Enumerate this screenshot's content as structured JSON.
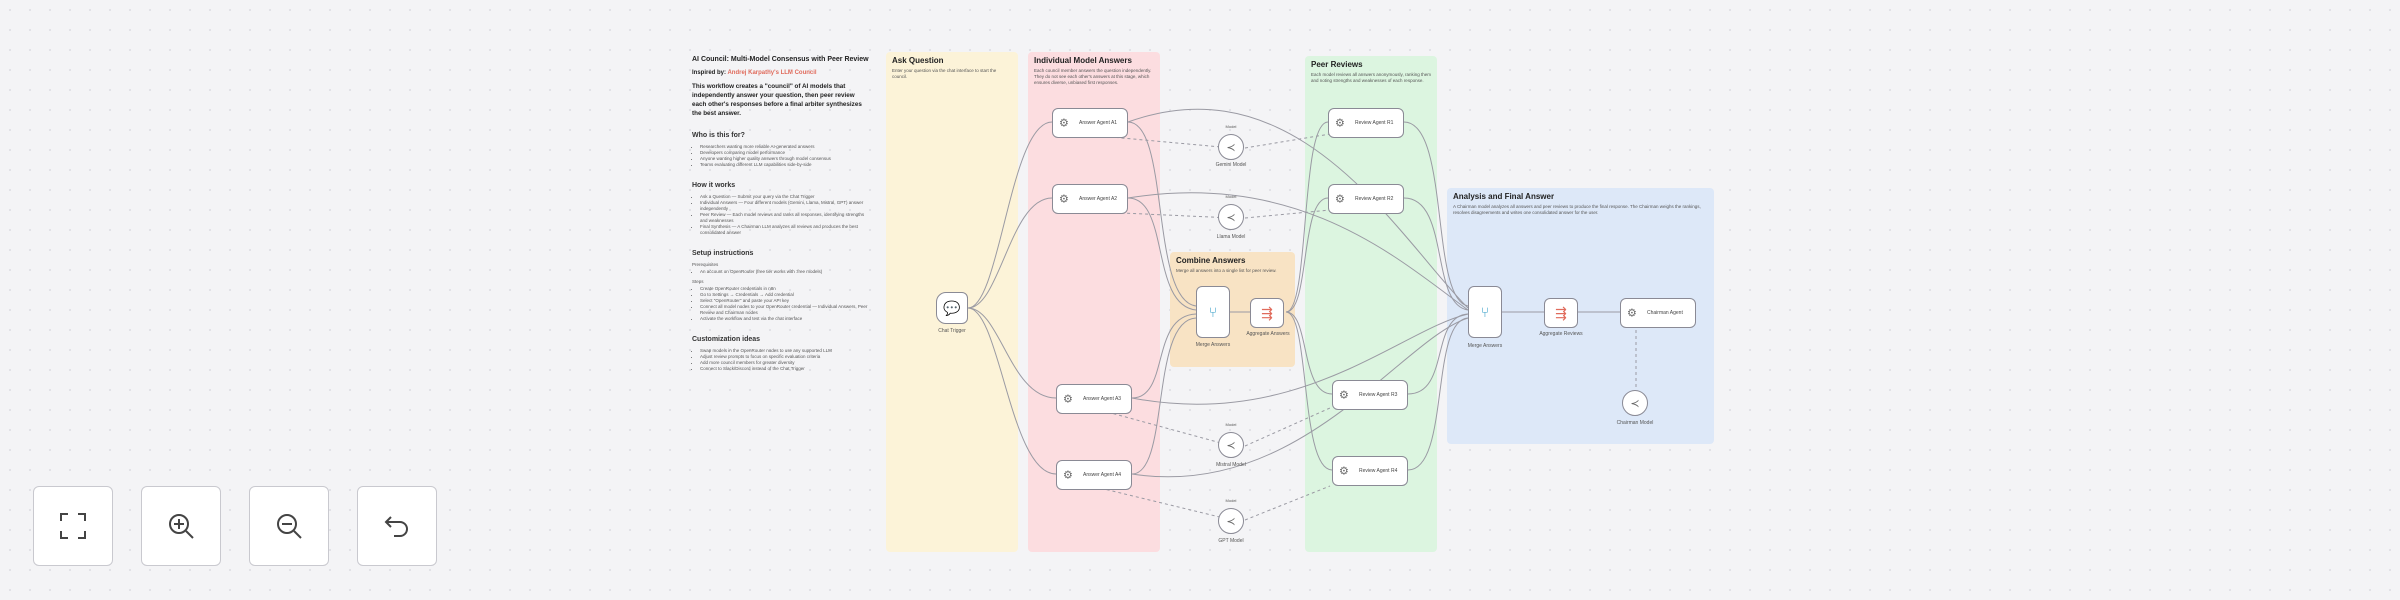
{
  "readme": {
    "title": "AI Council: Multi-Model Consensus with Peer Review",
    "inspired_prefix": "Inspired by:",
    "inspired_link": "Andrej Karpathy's LLM Council",
    "lead": "This workflow creates a \"council\" of AI models that independently answer your question, then peer review each other's responses before a final arbiter synthesizes the best answer.",
    "who_heading": "Who is this for?",
    "who_items": [
      "Researchers wanting more reliable AI-generated answers",
      "Developers comparing model performance",
      "Anyone wanting higher quality answers through model consensus",
      "Teams evaluating different LLM capabilities side-by-side"
    ],
    "how_heading": "How it works",
    "how_items": [
      "Ask a Question — Submit your query via the Chat Trigger",
      "Individual Answers — Four different models (Gemini, Llama, Mistral, GPT) answer independently",
      "Peer Review — Each model reviews and ranks all responses, identifying strengths and weaknesses",
      "Final Synthesis — A Chairman LLM analyzes all reviews and produces the best consolidated answer"
    ],
    "setup_heading": "Setup instructions",
    "setup_pre": "Prerequisites",
    "setup_pre_items": [
      "An account on OpenRouter (free tier works with :free models)"
    ],
    "setup_steps": "Steps",
    "setup_step_items": [
      "Create OpenRouter credentials in n8n",
      "Go to Settings → Credentials → Add credential",
      "Select \"OpenRouter\" and paste your API key",
      "Connect all model nodes to your OpenRouter credential — Individual Answers, Peer Review and Chairman nodes",
      "Activate the workflow and test via the chat interface"
    ],
    "custom_heading": "Customization ideas",
    "custom_items": [
      "Swap models in the OpenRouter nodes to use any supported LLM",
      "Adjust review prompts to focus on specific evaluation criteria",
      "Add more council members for greater diversity",
      "Connect to Slack/Discord instead of the Chat Trigger"
    ]
  },
  "notes": {
    "ask": {
      "title": "Ask Question",
      "desc": "Enter your question via the chat interface to start the council."
    },
    "individual": {
      "title": "Individual Model Answers",
      "desc": "Each council member answers the question independently. They do not see each other's answers at this stage, which ensures diverse, unbiased first responses."
    },
    "combine": {
      "title": "Combine Answers",
      "desc": "Merge all answers into a single list for peer review."
    },
    "peer": {
      "title": "Peer Reviews",
      "desc": "Each model reviews all answers anonymously, ranking them and noting strengths and weaknesses of each response."
    },
    "analysis": {
      "title": "Analysis and Final Answer",
      "desc": "A Chairman model analyzes all answers and peer reviews to produce the final response. The Chairman weighs the rankings, resolves disagreements and writes one consolidated answer for the user."
    }
  },
  "nodes": {
    "chat_trigger": "Chat Trigger",
    "answer_agent_a": "Answer Agent A1",
    "answer_agent_b": "Answer Agent A2",
    "answer_agent_c": "Answer Agent A3",
    "answer_agent_d": "Answer Agent A4",
    "model_1": "Gemini Model",
    "model_2": "Llama Model",
    "model_3": "Mistral Model",
    "model_4": "GPT Model",
    "model_caption": "Model",
    "merge_1": "Merge Answers",
    "aggregate_1": "Aggregate Answers",
    "review_a": "Review Agent R1",
    "review_b": "Review Agent R2",
    "review_c": "Review Agent R3",
    "review_d": "Review Agent R4",
    "merge_2": "Merge Answers",
    "aggregate_2": "Aggregate Reviews",
    "chairman": "Chairman Agent",
    "chairman_model": "Chairman Model"
  },
  "controls": {
    "fit": "fit-view-icon",
    "zoom_in": "zoom-in-icon",
    "zoom_out": "zoom-out-icon",
    "reset": "undo-icon"
  },
  "colors": {
    "yellow": "#fcf3d8",
    "red": "#fcdde0",
    "orange": "#f8e3c4",
    "green": "#dcf5e0",
    "blue": "#dde8f8",
    "accent": "#e06b5c"
  }
}
